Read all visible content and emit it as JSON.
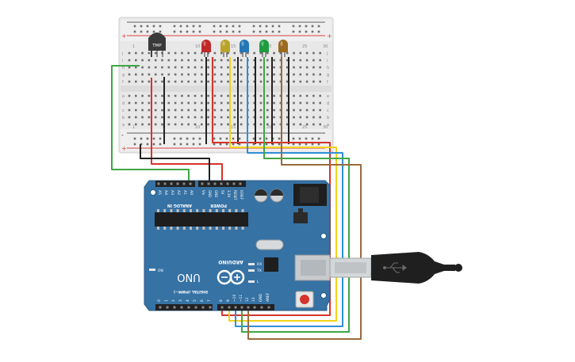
{
  "breadboard": {
    "row_letters_top": [
      "j",
      "i",
      "h",
      "g",
      "f"
    ],
    "row_letters_bottom": [
      "e",
      "d",
      "c",
      "b",
      "a"
    ],
    "column_numbers": [
      "1",
      "5",
      "10",
      "15",
      "20",
      "25",
      "30"
    ],
    "rail_plus": "+",
    "rail_minus": "-"
  },
  "sensor": {
    "label": "TMP"
  },
  "leds": [
    {
      "name": "red",
      "color": "#c0282a"
    },
    {
      "name": "yellow",
      "color": "#b9a42a"
    },
    {
      "name": "blue",
      "color": "#2377b8"
    },
    {
      "name": "green",
      "color": "#1e9c3f"
    },
    {
      "name": "orange",
      "color": "#9c6a1e"
    }
  ],
  "wire_colors": {
    "red": "#d6332c",
    "black": "#222222",
    "green": "#3fa644",
    "yellow": "#f2d21b",
    "blue": "#2f8fd6",
    "brown": "#9a6b3c"
  },
  "arduino": {
    "brand": "ARDUINO",
    "model": "UNO",
    "analog_in_label": "ANALOG IN",
    "power_label": "POWER",
    "digital_label": "DIGITAL (PWM~)",
    "on_label": "ON",
    "tx_label": "TX",
    "rx_label": "RX",
    "l_label": "L",
    "analog_pins": [
      "A5",
      "A4",
      "A3",
      "A2",
      "A1",
      "A0"
    ],
    "power_pins": [
      "Vin",
      "GND",
      "GND",
      "5V",
      "3.3V",
      "RESET",
      "IOREF"
    ],
    "digital_pins_low": [
      "0",
      "1",
      "2",
      "3",
      "4",
      "5",
      "6",
      "7"
    ],
    "digital_pins_high": [
      "8",
      "9",
      "~10",
      "~11",
      "12",
      "13",
      "GND",
      "AREF"
    ],
    "board_color": "#3672a4",
    "board_edge": "#2a5c87"
  }
}
